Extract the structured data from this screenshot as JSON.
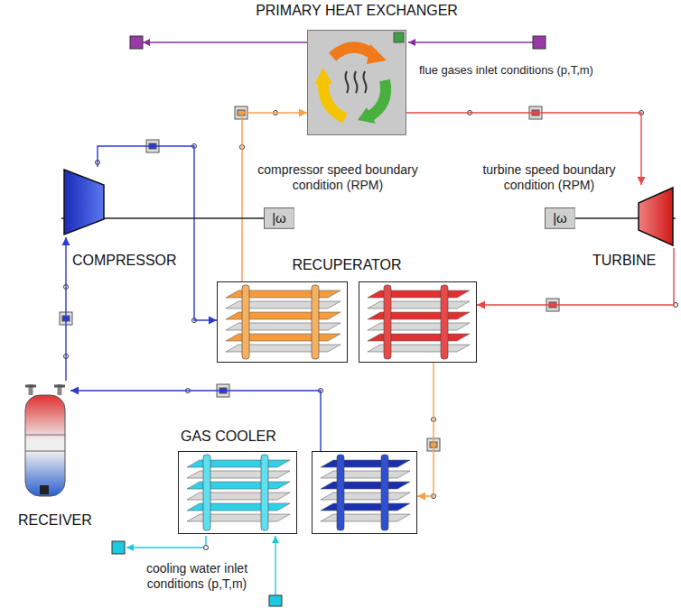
{
  "diagram": {
    "nodes": [
      {
        "text": [
          "PRIMARY HEAT EXCHANGER"
        ]
      },
      {
        "text": [
          "COMPRESSOR"
        ]
      },
      {
        "text": [
          "|ω"
        ]
      },
      {
        "text": [
          "|ω"
        ]
      },
      {
        "text": [
          "TURBINE"
        ]
      },
      {
        "text": [
          "RECUPERATOR"
        ]
      },
      {
        "text": [
          "GAS COOLER"
        ]
      },
      {
        "text": [
          "RECEIVER"
        ]
      }
    ],
    "edges": [
      {
        "from": 1,
        "to": 5,
        "arrow": "to"
      },
      {
        "from": 5,
        "to": 0,
        "arrow": "to"
      },
      {
        "from": 0,
        "to": 4,
        "arrow": "to"
      },
      {
        "from": 4,
        "to": 5,
        "arrow": "to"
      },
      {
        "from": 5,
        "to": 6,
        "arrow": "to"
      },
      {
        "from": 6,
        "to": 7,
        "arrow": "to"
      },
      {
        "from": 7,
        "to": 1,
        "arrow": "to"
      },
      {
        "from": 2,
        "to": 1,
        "arrow": "none"
      },
      {
        "from": 3,
        "to": 4,
        "arrow": "none"
      }
    ],
    "labels": [
      "flue gases inlet conditions (p,T,m)",
      "compressor speed boundary condition (RPM)",
      "turbine speed boundary condition (RPM)",
      "cooling water inlet conditions (p,T,m)"
    ]
  }
}
